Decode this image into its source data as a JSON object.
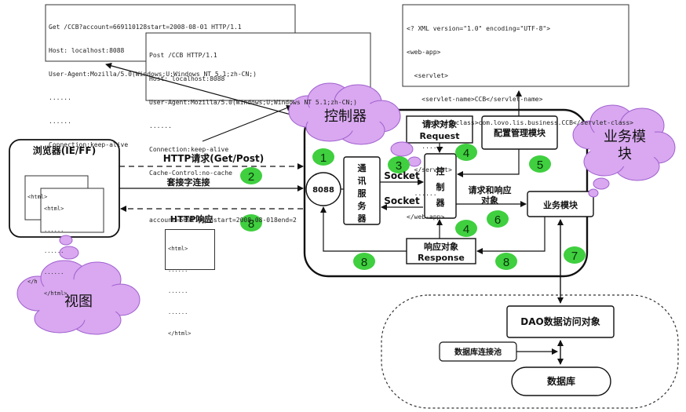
{
  "colors": {
    "cloud_fill": "#d9a8f0",
    "cloud_stroke": "#a060d0",
    "badge_fill": "#3fcf3f",
    "badge_text": "#0a300a",
    "line": "#111111"
  },
  "clouds": {
    "controller": "控制器",
    "business_line1": "业务模",
    "business_line2": "块",
    "view": "视图"
  },
  "browser": {
    "title": "浏览器(IE/FF)",
    "page_lines": [
      "<html>",
      "<html>",
      "......",
      "......",
      "......",
      "</h",
      "</html>"
    ]
  },
  "get_request": {
    "lines": [
      "Get /CCB?account=669110128start=2008-08-01 HTTP/1.1",
      "Host: localhost:8088",
      "User-Agent:Mozilla/5.0(Windows;U;Windows NT 5.1;zh-CN;)",
      "......",
      "......",
      "Connection:keep-alive"
    ]
  },
  "post_request": {
    "lines": [
      "Post /CCB HTTP/1.1",
      "Host: localhost:8088",
      "User-Agent:Mozilla/5.0(Windows;U;Windows NT 5.1;zh-CN;)",
      "......",
      "Connection:keep-alive",
      "Cache-Control:no-cache",
      "",
      "account=669110128start=2008-08-018end=2"
    ]
  },
  "web_xml": {
    "lines": [
      "<? XML version=\"1.0\" encoding=\"UTF-8\">",
      "<web-app>",
      "  <servlet>",
      "    <servlet-name>CCB</servlet-name>",
      "    <servlet-class>com.lovo.lis.business.CCB</servlet-class>",
      "    ......",
      "  </servlet>",
      "  ......",
      "</web-app>"
    ]
  },
  "response_doc": {
    "lines": [
      "<html>",
      "......",
      "......",
      "......",
      "</html>"
    ]
  },
  "labels": {
    "http_request": "HTTP请求(Get/Post)",
    "socket_connect": "套接字连接",
    "http_response": "HTTP响应",
    "port": "8088",
    "comm_server": [
      "通",
      "讯",
      "服",
      "务",
      "器"
    ],
    "socket1": "Socket",
    "socket2": "Socket",
    "controller_box": [
      "控",
      "制",
      "器"
    ],
    "request_obj_line1": "请求对象",
    "request_obj_line2": "Request",
    "config_module": "配置管理模块",
    "req_resp_obj_line1": "请求和响应",
    "req_resp_obj_line2": "对象",
    "business_module": "业务模块",
    "response_obj_line1": "响应对象",
    "response_obj_line2": "Response",
    "dao": "DAO数据访问对象",
    "pool": "数据库连接池",
    "database": "数据库"
  },
  "badges": [
    "1",
    "2",
    "3",
    "4",
    "5",
    "6",
    "4",
    "8",
    "8",
    "7",
    "8"
  ]
}
